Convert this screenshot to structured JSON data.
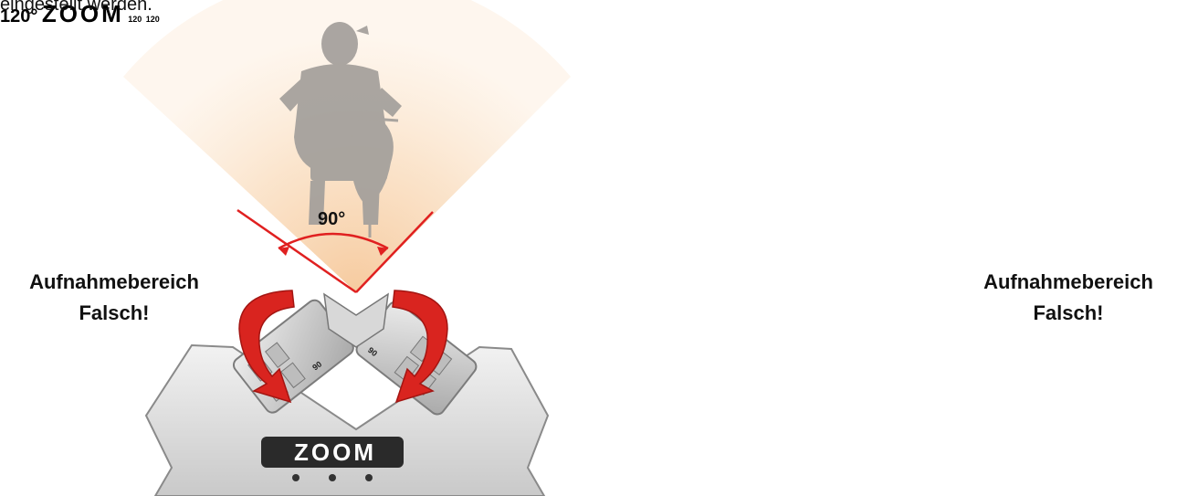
{
  "intro_text": "eingestellt werden.",
  "left_panel": {
    "angle_label": "90°",
    "label_line1": "Aufnahmebereich",
    "label_line2": "Falsch!",
    "capsule_left_text": "90",
    "capsule_right_text": "90"
  },
  "right_panel": {
    "angle_label": "120°",
    "label_line1": "Aufnahmebereich",
    "label_line2": "Falsch!",
    "capsule_left_text": "120",
    "capsule_right_text": "120"
  },
  "device_logo": "ZOOM",
  "colors": {
    "pickup_fan": "#f8d7b4",
    "angle_lines": "#e02020",
    "rotation_arrow": "#d9241f",
    "silhouette": "#a39f9b",
    "device_body": "#dcdcdc",
    "logo_plate": "#2a2a2a"
  }
}
